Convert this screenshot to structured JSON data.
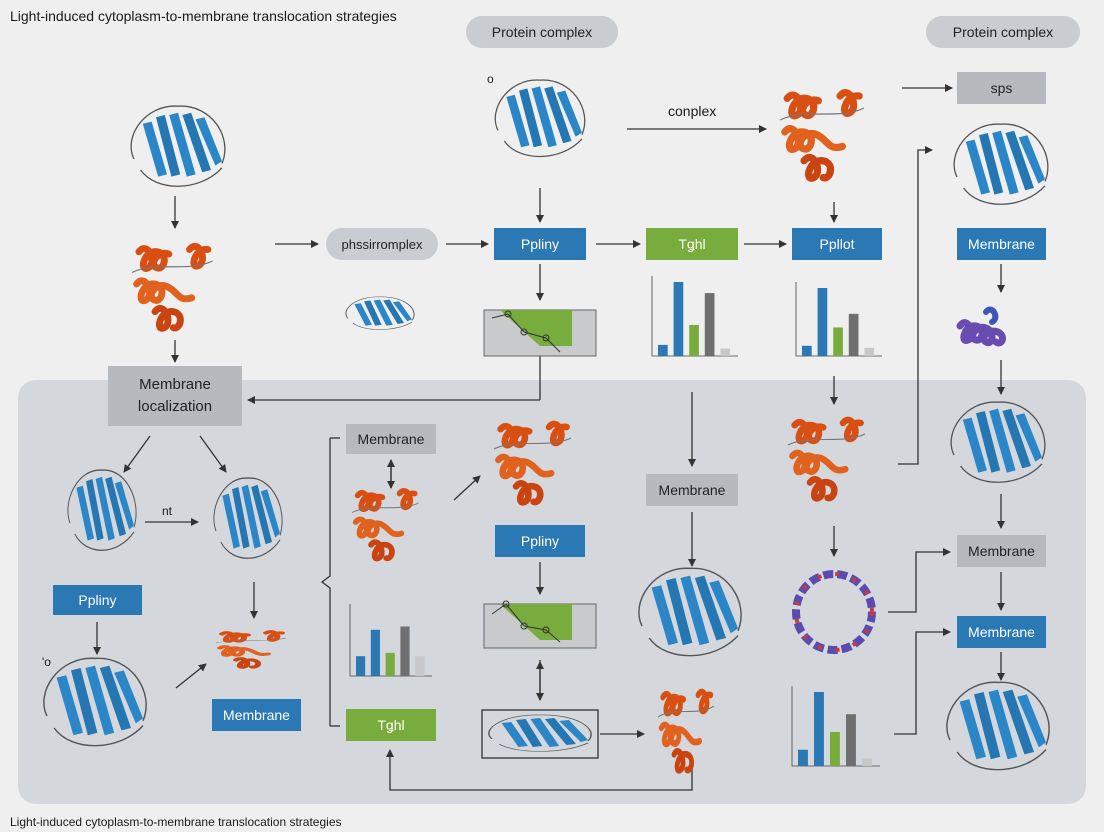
{
  "title_top": "Light-induced cytoplasm-to-membrane translocation strategies",
  "title_bottom": "Light-induced cytoplasm-to-membrane translocation strategies",
  "labels": {
    "protein_complex_1": "Protein complex",
    "protein_complex_2": "Protein complex",
    "sps": "sps",
    "conplex": "conplex",
    "phssirromplex": "phssirromplex",
    "ppliny_top": "Ppliny",
    "tghl_top": "Tǥhl",
    "ppllot": "Ppllot",
    "membrane_right_top": "Membrane",
    "membrane_localization": "Membrane localization",
    "membrane_mid_left": "Membrane",
    "membrane_mid": "Membrane",
    "ppliny_mid": "Ppliny",
    "ppliny_left": "Ppliny",
    "membrane_left_bottom": "Membrane",
    "tghl_bottom": "Tǥhl",
    "membrane_right_mid1": "Membrane",
    "membrane_right_mid2": "Membrane",
    "nt": "nt",
    "o_top": "o",
    "o_left": "'o"
  },
  "colors": {
    "blue_box": "#2a78b4",
    "green_box": "#78ac3c",
    "gray_box": "#b6b9bd",
    "beta_protein": "#2b86c8",
    "helix_protein": "#d94f12",
    "purple_protein": "#6a4bb0",
    "panel_bg": "#d4d7db"
  },
  "icons": [
    "beta-sheet-protein-icon",
    "alpha-helix-protein-icon",
    "purple-helix-protein-icon",
    "ring-protein-icon",
    "trace-plot-icon",
    "mini-bar-chart-icon"
  ],
  "mini_charts": [
    {
      "values": [
        0.15,
        1.0,
        0.42,
        0.85,
        0.1
      ],
      "colors": [
        "#2a78b4",
        "#2a78b4",
        "#78ac3c",
        "#6f6f6f",
        "#c8c8c8"
      ]
    },
    {
      "values": [
        0.15,
        1.0,
        0.42,
        0.62,
        0.12
      ],
      "colors": [
        "#2a78b4",
        "#2a78b4",
        "#78ac3c",
        "#6f6f6f",
        "#c8c8c8"
      ]
    },
    {
      "values": [
        0.3,
        0.7,
        0.35,
        0.75,
        0.3
      ],
      "colors": [
        "#2a78b4",
        "#2a78b4",
        "#78ac3c",
        "#6f6f6f",
        "#c8c8c8"
      ]
    },
    {
      "values": [
        0.22,
        1.0,
        0.46,
        0.7,
        0.1
      ],
      "colors": [
        "#2a78b4",
        "#2a78b4",
        "#78ac3c",
        "#6f6f6f",
        "#c8c8c8"
      ]
    }
  ]
}
